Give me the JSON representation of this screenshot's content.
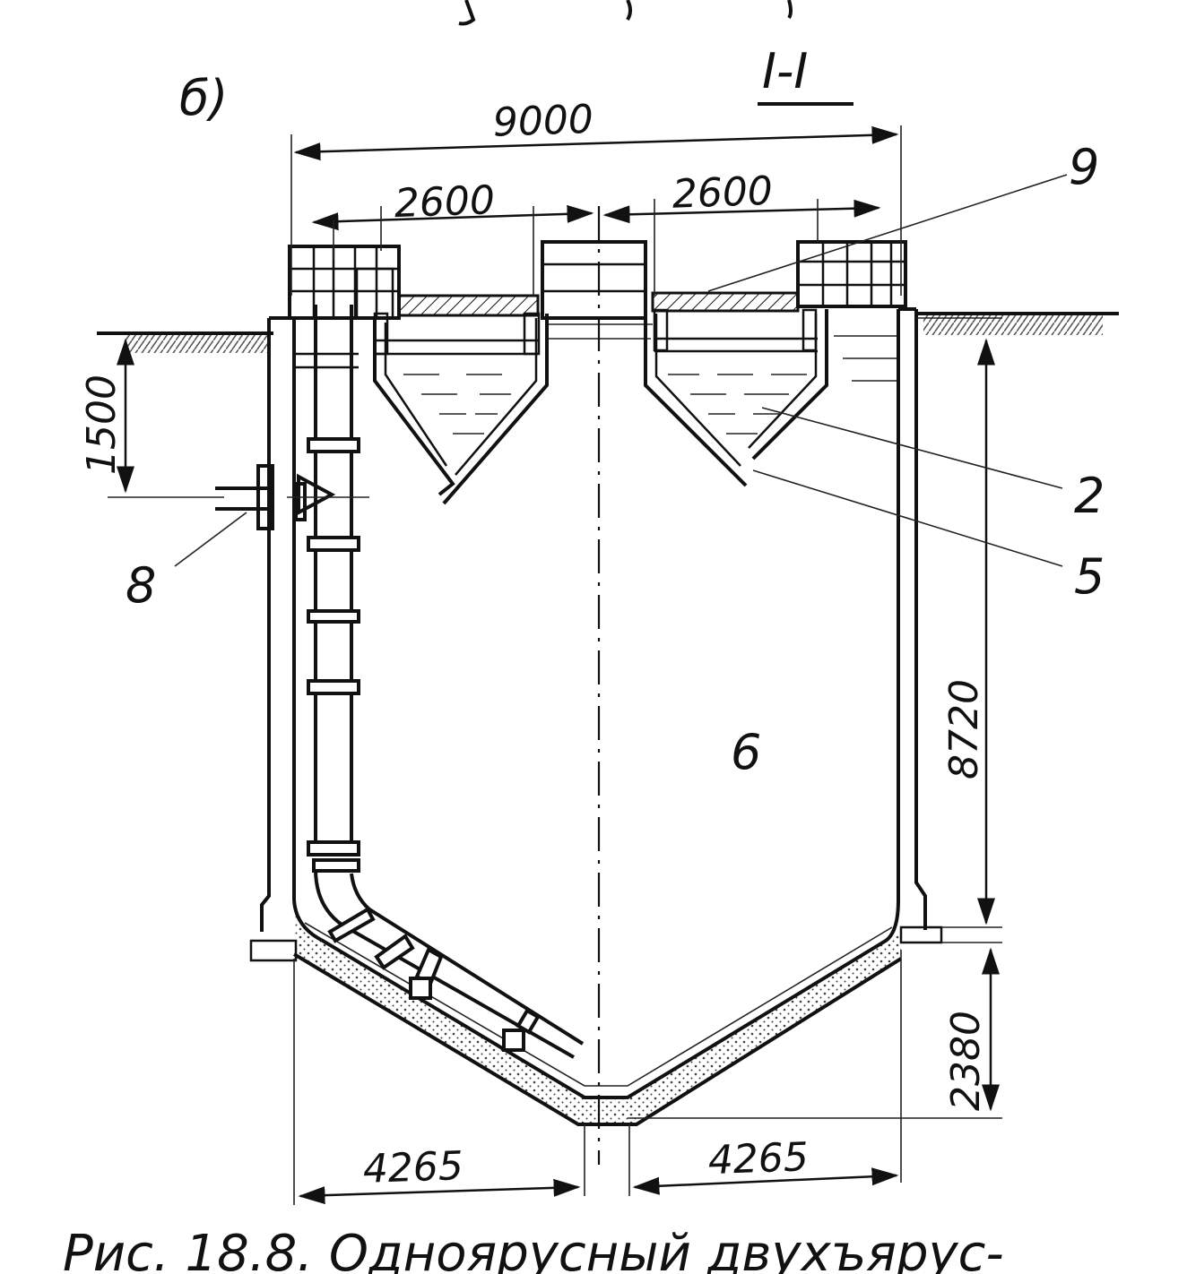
{
  "header": {
    "variant_label": "б)",
    "section_label": "I-I"
  },
  "dimensions": {
    "overall_width": "9000",
    "left_chute_width": "2600",
    "right_chute_width": "2600",
    "depth_to_pipe": "1500",
    "cylinder_height": "8720",
    "cone_height": "2380",
    "bottom_left": "4265",
    "bottom_right": "4265"
  },
  "callouts": {
    "c9": "9",
    "c2": "2",
    "c5": "5",
    "c8": "8",
    "c6": "6"
  },
  "caption": {
    "text": "Рис. 18.8. Одноярусный двухъярус-"
  },
  "colors": {
    "ink": "#111111",
    "paper": "#ffffff"
  }
}
